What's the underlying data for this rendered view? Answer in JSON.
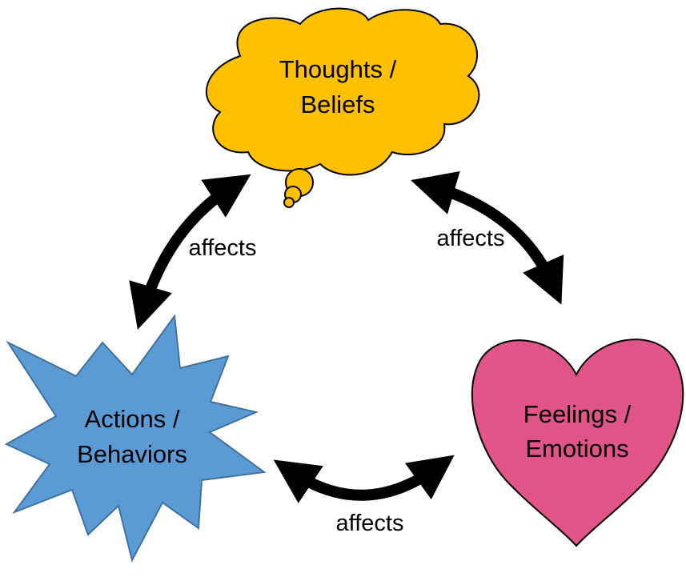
{
  "nodes": {
    "thoughts": {
      "line1": "Thoughts /",
      "line2": "Beliefs",
      "shape": "thought-cloud",
      "fill": "#FFC000"
    },
    "feelings": {
      "line1": "Feelings /",
      "line2": "Emotions",
      "shape": "heart",
      "fill": "#E05487"
    },
    "actions": {
      "line1": "Actions /",
      "line2": "Behaviors",
      "shape": "explosion-star",
      "fill": "#5B9BD5"
    }
  },
  "edges": [
    {
      "from": "thoughts",
      "to": "actions",
      "label": "affects",
      "direction": "bidirectional"
    },
    {
      "from": "thoughts",
      "to": "feelings",
      "label": "affects",
      "direction": "bidirectional"
    },
    {
      "from": "actions",
      "to": "feelings",
      "label": "affects",
      "direction": "bidirectional"
    }
  ],
  "colors": {
    "outline": "#000000",
    "arrow": "#000000",
    "star_outline": "#41719C"
  }
}
